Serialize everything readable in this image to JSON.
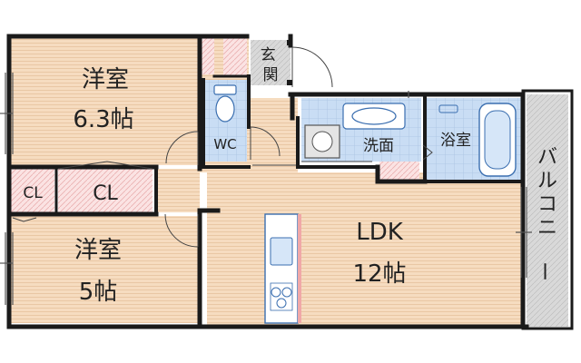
{
  "rooms": {
    "western_room_1": {
      "name": "洋室",
      "size": "6.3帖"
    },
    "western_room_2": {
      "name": "洋室",
      "size": "5帖"
    },
    "closet_large": "CL",
    "closet_small": "CL",
    "toilet": "WC",
    "entrance": "玄関",
    "washroom": "洗面",
    "bathroom": "浴室",
    "ldk": {
      "name": "LDK",
      "size": "12帖"
    },
    "balcony": "バルコニー"
  },
  "colors": {
    "room_floor": "#f6dcc0",
    "floor_lines": "#e9c9a6",
    "wet_area": "#c9ddf4",
    "closet_fill": "#f9d0d0",
    "wall": "#1a1a1a",
    "balcony_fill": "#d4d4d4",
    "entrance_fill": "#d0d0d0"
  }
}
